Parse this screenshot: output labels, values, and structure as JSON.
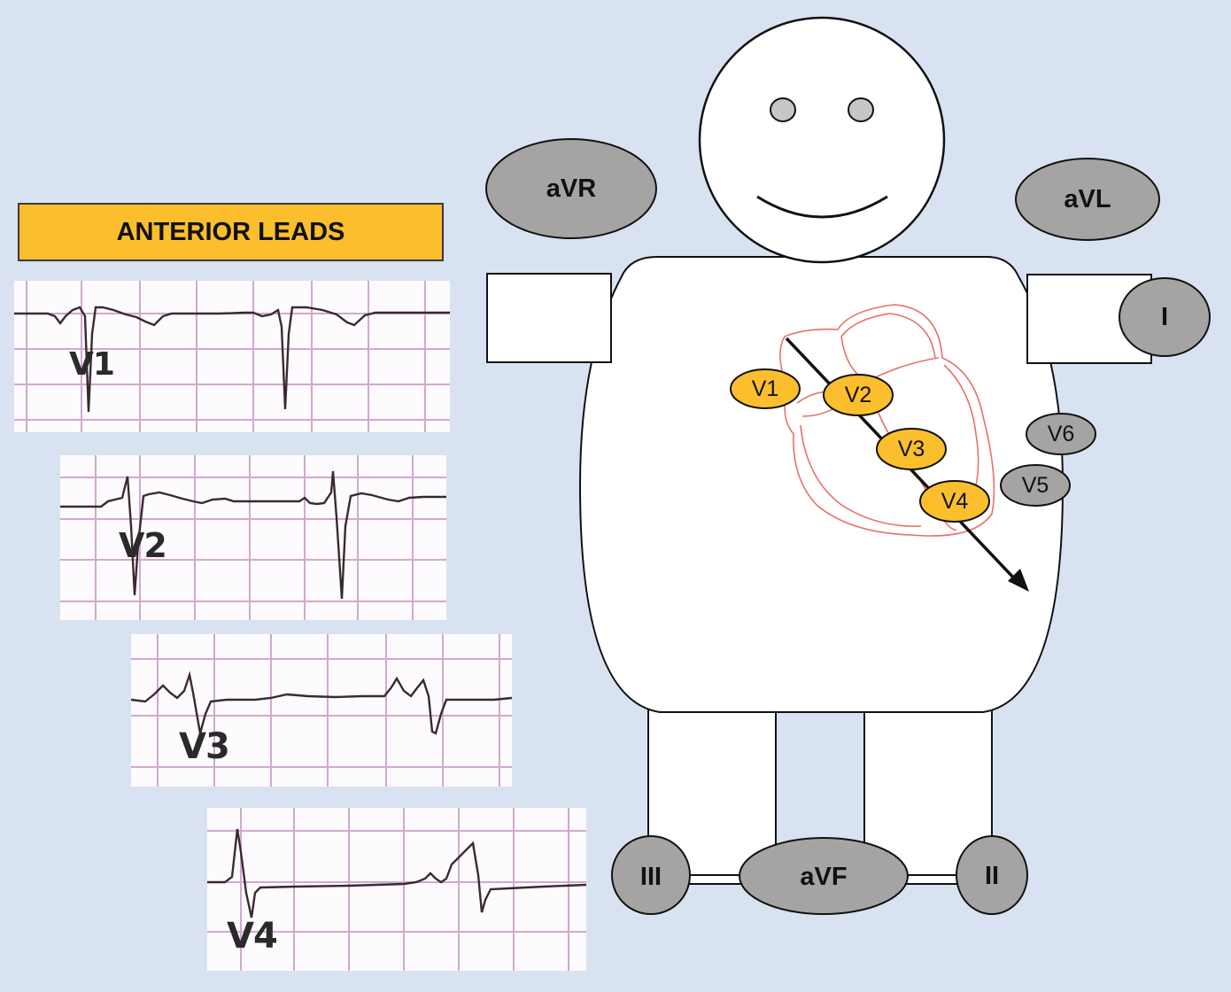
{
  "panel": {
    "title": "ANTERIOR LEADS",
    "accent_color": "#fbbe2d"
  },
  "ecg_strips": [
    {
      "label": "V1"
    },
    {
      "label": "V2"
    },
    {
      "label": "V3"
    },
    {
      "label": "V4"
    }
  ],
  "limb_leads": {
    "avr": "aVR",
    "avl": "aVL",
    "i": "I",
    "iii": "III",
    "avf": "aVF",
    "ii": "II"
  },
  "precordial_leads": {
    "v1": "V1",
    "v2": "V2",
    "v3": "V3",
    "v4": "V4",
    "v5": "V5",
    "v6": "V6"
  },
  "colors": {
    "background": "#d9e2f1",
    "highlight_lead": "#fbbe2d",
    "grey_lead": "#a6a4a3",
    "heart_outline": "#e8706a",
    "grid_line": "#c9a8c9"
  }
}
